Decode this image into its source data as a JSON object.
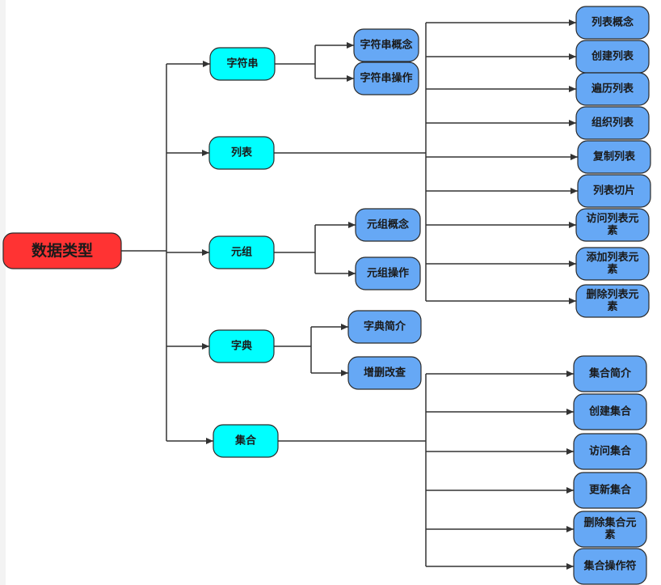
{
  "colors": {
    "root_fill": "#ff3333",
    "level1_fill": "#00ffff",
    "leaf_fill": "#66a8f5",
    "border": "#2b2b2b",
    "line": "#333333"
  },
  "root": {
    "label": "数据类型"
  },
  "branches": [
    {
      "label": "字符串",
      "children": [
        "字符串概念",
        "字符串操作"
      ]
    },
    {
      "label": "列表",
      "children": [
        "列表概念",
        "创建列表",
        "遍历列表",
        "组织列表",
        "复制列表",
        "列表切片",
        "访问列表元素",
        "添加列表元素",
        "删除列表元素"
      ]
    },
    {
      "label": "元组",
      "children": [
        "元组概念",
        "元组操作"
      ]
    },
    {
      "label": "字典",
      "children": [
        "字典简介",
        "增删改查"
      ]
    },
    {
      "label": "集合",
      "children": [
        "集合简介",
        "创建集合",
        "访问集合",
        "更新集合",
        "删除集合元素",
        "集合操作符"
      ]
    }
  ]
}
